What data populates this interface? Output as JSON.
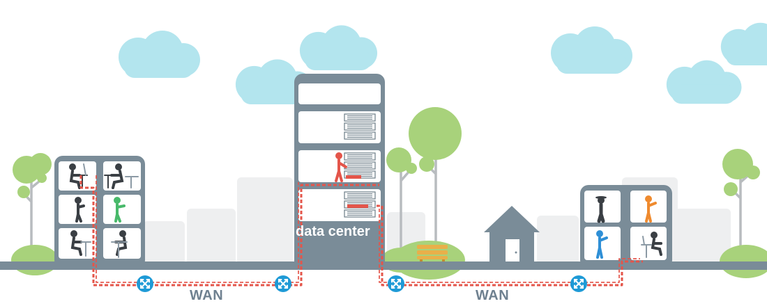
{
  "labels": {
    "data_center": "data center",
    "wan_left": "WAN",
    "wan_right": "WAN"
  },
  "colors": {
    "sky_cloud": "#b3e5ee",
    "building": "#7a8c98",
    "building_dark": "#6a7b86",
    "window": "#ffffff",
    "ground": "#7a8c98",
    "tree_leaf": "#a8d27b",
    "tree_trunk": "#b8bcbf",
    "bg_building": "#eeeff0",
    "wan_line": "#e4554a",
    "router": "#1e9ad6",
    "person_dark": "#3a3f44",
    "person_green": "#48b96a",
    "person_blue": "#2e8fd6",
    "person_orange": "#ef8a2e",
    "person_red": "#e4554a",
    "bench": "#e8b04a",
    "text_wan": "#6f8190"
  },
  "icons": {
    "router": "router-icon",
    "server": "server-rack-icon",
    "person": "person-icon",
    "tree": "tree-icon",
    "cloud": "cloud-icon",
    "house": "house-icon",
    "bench": "bench-icon"
  }
}
